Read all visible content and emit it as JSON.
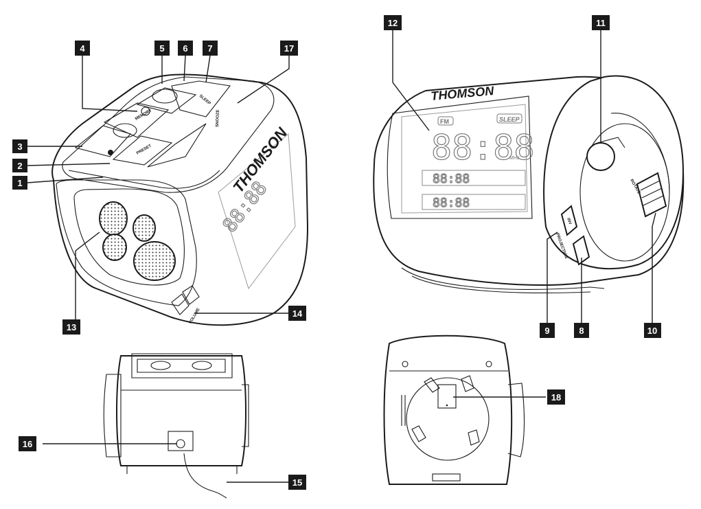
{
  "brand": "THOMSON",
  "labels": {
    "snooze": "SNOOZE",
    "preset": "PRESET",
    "memory": "MEMORY",
    "sleep": "SLEEP",
    "volume": "VOLUME",
    "inv": "INV",
    "projection": "PROJECTION",
    "rotate": "ROTATE",
    "lcd_fm": "FM",
    "lcd_sleep": "SLEEP",
    "lcd_time": "88:88",
    "lcd_alarm": "88:88",
    "lcd_mhz": "MHz"
  },
  "callouts": [
    {
      "num": "1"
    },
    {
      "num": "2"
    },
    {
      "num": "3"
    },
    {
      "num": "4"
    },
    {
      "num": "5"
    },
    {
      "num": "6"
    },
    {
      "num": "7"
    },
    {
      "num": "8"
    },
    {
      "num": "9"
    },
    {
      "num": "10"
    },
    {
      "num": "11"
    },
    {
      "num": "12"
    },
    {
      "num": "13"
    },
    {
      "num": "14"
    },
    {
      "num": "15"
    },
    {
      "num": "16"
    },
    {
      "num": "17"
    },
    {
      "num": "18"
    }
  ]
}
